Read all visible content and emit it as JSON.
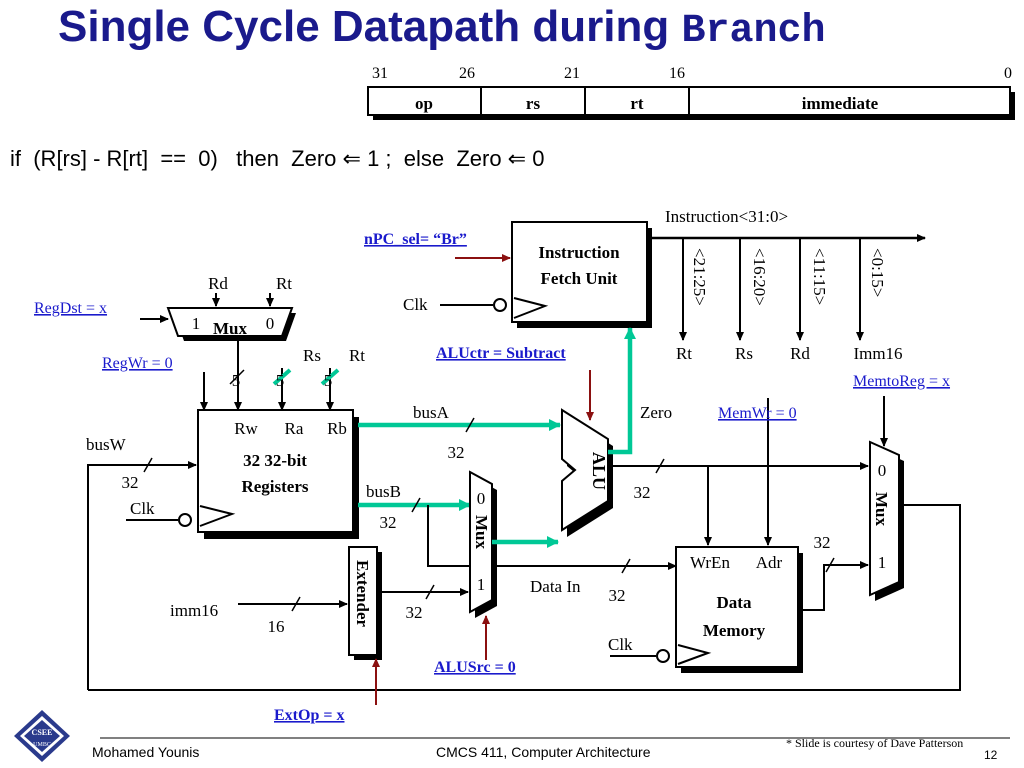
{
  "title": {
    "main": "Single Cycle Datapath during ",
    "keyword": "Branch"
  },
  "instruction_format": {
    "bit_labels": [
      "31",
      "26",
      "21",
      "16",
      "0"
    ],
    "fields": [
      "op",
      "rs",
      "rt",
      "immediate"
    ]
  },
  "condition": "if  (R[rs] - R[rt]  ==  0)   then  Zero ⇐ 1 ;  else  Zero ⇐ 0",
  "control_signals": {
    "npc_sel": "nPC_sel= “Br”",
    "reg_dst": "RegDst = x",
    "reg_wr": "RegWr = 0",
    "aluctr": "ALUctr = Subtract",
    "memto_reg": "MemtoReg = x",
    "mem_wr": "MemWr = 0",
    "alu_src": "ALUSrc = 0",
    "ext_op": "ExtOp = x"
  },
  "components": {
    "ifu": [
      "Instruction",
      "Fetch Unit"
    ],
    "registers": {
      "ports": [
        "Rw",
        "Ra",
        "Rb"
      ],
      "label": [
        "32 32-bit",
        "Registers"
      ]
    },
    "alu": "ALU",
    "extender": "Extender",
    "mux": "Mux",
    "data_memory": {
      "ports": [
        "WrEn",
        "Adr"
      ],
      "label": [
        "Data",
        "Memory"
      ]
    },
    "clk": "Clk"
  },
  "signals": {
    "instruction": "Instruction<31:0>",
    "splits": [
      "<21:25>",
      "<16:20>",
      "<11:15>",
      "<0:15>"
    ],
    "split_names": [
      "Rt",
      "Rs",
      "Rd",
      "Imm16"
    ],
    "rd": "Rd",
    "rt": "Rt",
    "rs": "Rs",
    "bus_a": "busA",
    "bus_b": "busB",
    "bus_w": "busW",
    "zero": "Zero",
    "data_in": "Data In",
    "imm16": "imm16",
    "mux_in_1": "1",
    "mux_in_0": "0",
    "width_5": "5",
    "width_32": "32",
    "width_16": "16"
  },
  "footer": {
    "author": "Mohamed Younis",
    "course": "CMCS 411, Computer Architecture",
    "credit": "* Slide is courtesy of Dave Patterson",
    "page": "12"
  },
  "colors": {
    "title": "#1a1a8c",
    "control_link": "#1a1acc",
    "active_bus": "#00c896",
    "control_arrow": "#8b1010",
    "logo": "#2a3a8c"
  },
  "logo": {
    "text_top": "CSEE",
    "text_bottom": "UMBC"
  }
}
